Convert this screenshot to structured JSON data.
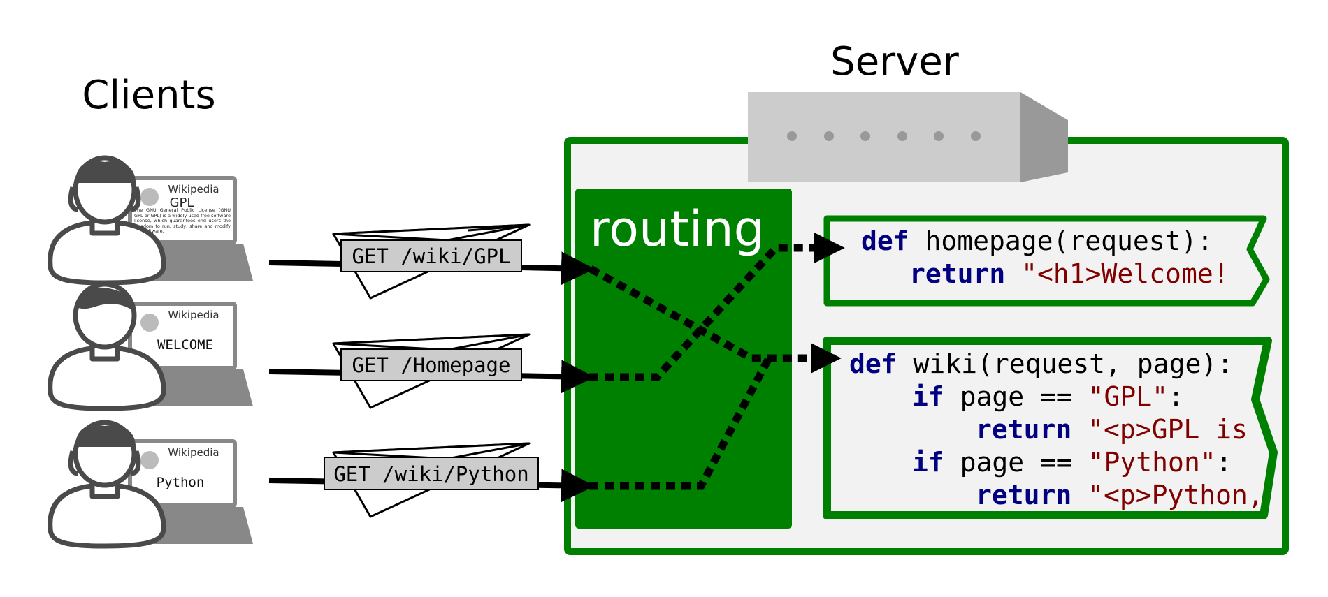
{
  "titles": {
    "clients": "Clients",
    "server": "Server",
    "routing": "routing"
  },
  "clients": [
    {
      "site_label": "Wikipedia",
      "screen_title": "GPL",
      "screen_text": "The GNU General Public License (GNU GPL or GPL) is a widely used free software license, which guarantees end users the freedom to run, study, share and modify the software.",
      "request": "GET /wiki/GPL"
    },
    {
      "site_label": "Wikipedia",
      "screen_title": "WELCOME",
      "request": "GET /Homepage"
    },
    {
      "site_label": "Wikipedia",
      "screen_title": "Python",
      "request": "GET /wiki/Python"
    }
  ],
  "code": {
    "homepage": {
      "line1": {
        "kw": "def",
        "rest": " homepage(request):"
      },
      "line2": {
        "kw": "return",
        "str": " \"<h1>Welcome!"
      }
    },
    "wiki": {
      "line1": {
        "kw": "def",
        "rest": " wiki(request, page):"
      },
      "line2": {
        "kw": "if",
        "rest": " page == ",
        "str": "\"GPL\"",
        "tail": ":"
      },
      "line3": {
        "kw": "return",
        "str": " \"<p>GPL is"
      },
      "line4": {
        "kw": "if",
        "rest": " page == ",
        "str": "\"Python\"",
        "tail": ":"
      },
      "line5": {
        "kw": "return",
        "str": " \"<p>Python,"
      }
    }
  },
  "colors": {
    "server_green": "#008000",
    "server_bg": "#f2f2f2",
    "keyword": "#000080",
    "string": "#800000",
    "device_gray": "#cccccc",
    "person_gray": "#4a4a4a",
    "laptop_gray": "#888888"
  }
}
